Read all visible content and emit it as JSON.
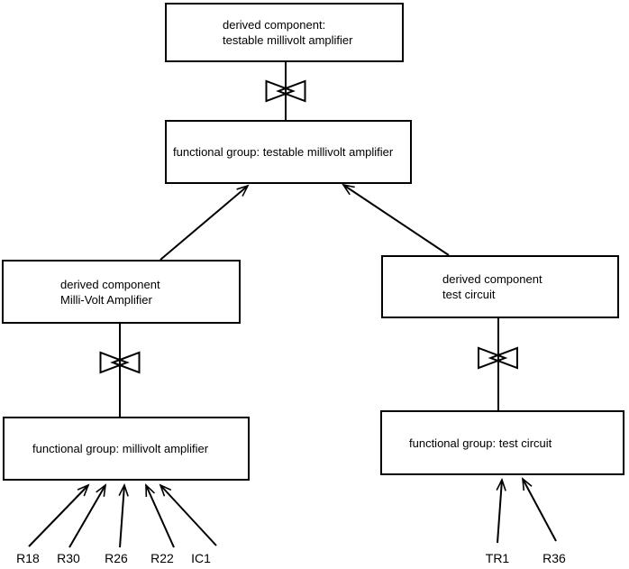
{
  "diagram": {
    "background_color": "#ffffff",
    "line_color": "#000000",
    "boxes": {
      "derived_testable": {
        "line1": "derived component:",
        "line2": "testable millivolt amplifier"
      },
      "fg_testable": {
        "line1": "functional group: testable millivolt amplifier"
      },
      "derived_millivolt": {
        "line1": "derived component",
        "line2": "Milli-Volt Amplifier"
      },
      "fg_millivolt": {
        "line1": "functional group: millivolt amplifier"
      },
      "derived_testckt": {
        "line1": "derived component",
        "line2": "test circuit"
      },
      "fg_testckt": {
        "line1": "functional group: test circuit"
      }
    },
    "components": {
      "r18": "R18",
      "r30": "R30",
      "r26": "R26",
      "r22": "R22",
      "ic1": "IC1",
      "tr1": "TR1",
      "r36": "R36"
    }
  }
}
